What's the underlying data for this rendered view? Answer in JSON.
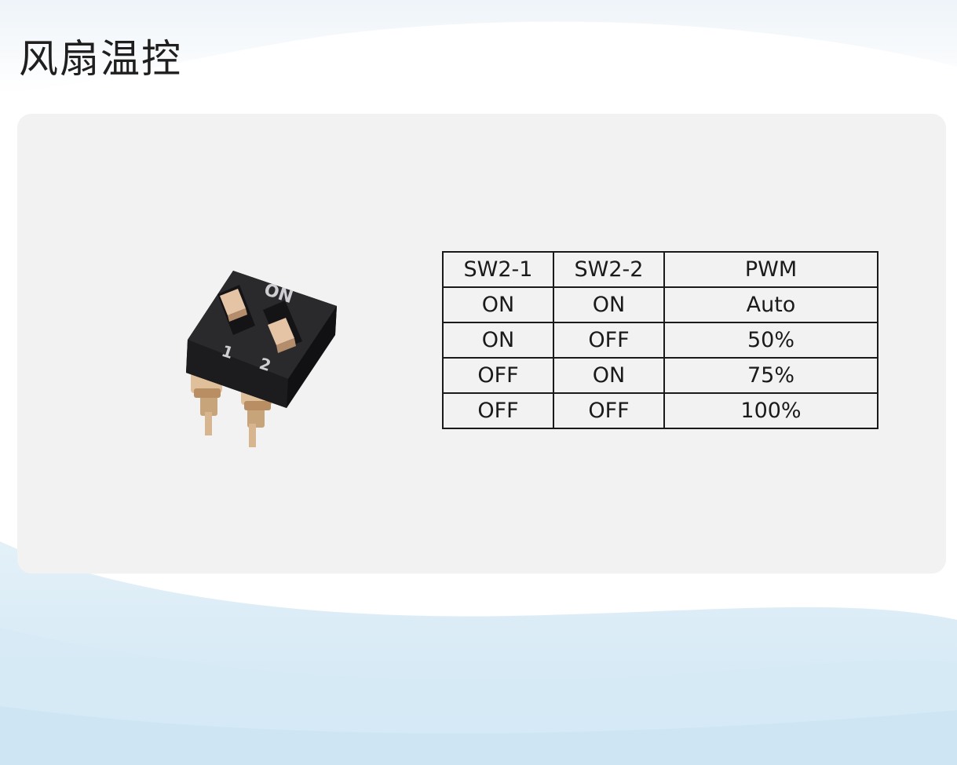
{
  "page": {
    "title": "风扇温控"
  },
  "dip_switch": {
    "on_label": "ON",
    "switch_1_label": "1",
    "switch_2_label": "2"
  },
  "table": {
    "headers": [
      "SW2-1",
      "SW2-2",
      "PWM"
    ],
    "rows": [
      [
        "ON",
        "ON",
        "Auto"
      ],
      [
        "ON",
        "OFF",
        "50%"
      ],
      [
        "OFF",
        "ON",
        "75%"
      ],
      [
        "OFF",
        "OFF",
        "100%"
      ]
    ]
  },
  "colors": {
    "card_background": "#f2f2f3",
    "switch_body": "#232325",
    "switch_knob": "#d9b496",
    "pin_gold": "#c8a47a",
    "wave_blue": "#cfe6f4"
  }
}
